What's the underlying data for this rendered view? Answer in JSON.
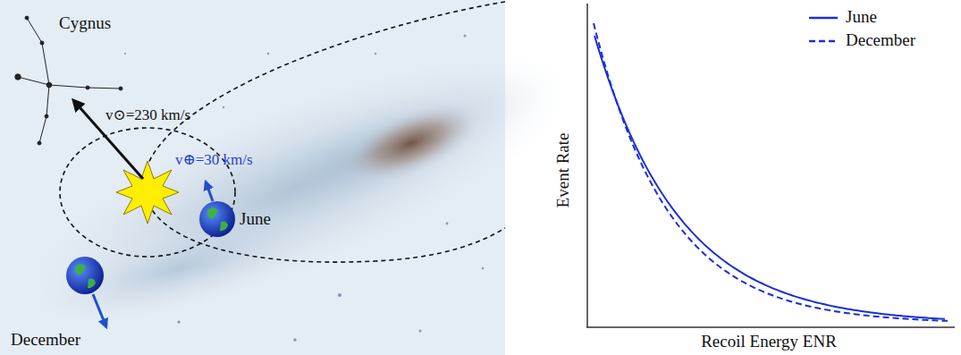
{
  "diagram": {
    "labels": [
      "Cygnus",
      "v⊙=230 km/s",
      "v⊕=30 km/s",
      "June",
      "December",
      "Event Rate",
      "Recoil Energy ENR"
    ],
    "legend": [
      {
        "text": "June"
      },
      {
        "text": "December"
      }
    ]
  }
}
